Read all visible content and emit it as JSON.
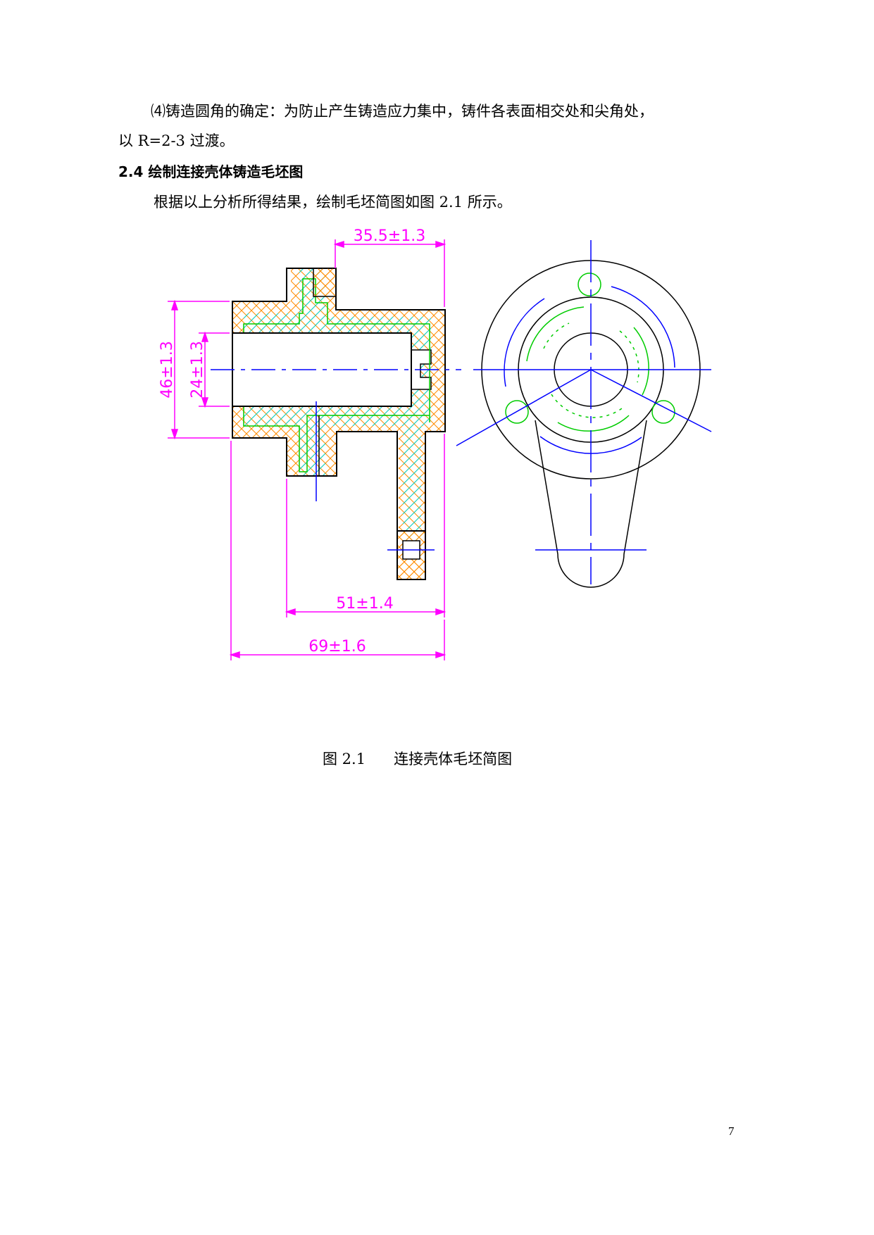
{
  "paragraph_1_line_1": "⑷铸造圆角的确定：为防止产生铸造应力集中，铸件各表面相交处和尖角处，",
  "paragraph_1_line_2": "以 R=2-3 过渡。",
  "section_heading": "2.4 绘制连接壳体铸造毛坯图",
  "paragraph_2": "根据以上分析所得结果，绘制毛坯简图如图 2.1 所示。",
  "figure": {
    "caption": "图 2.1      连接壳体毛坯简图",
    "dimensions": {
      "top_width": "35.5±1.3",
      "outer_height": "46±1.3",
      "bore_diameter": "24±1.3",
      "mid_width": "51±1.4",
      "overall_width": "69±1.6"
    },
    "colors": {
      "dimension": "#ff00ff",
      "centerline": "#0000ff",
      "machining_allowance": "#ff8c00",
      "section_hatch": "#00d8d8",
      "inner_outline": "#00cc00",
      "outline": "#000000"
    }
  },
  "page_number": "7"
}
